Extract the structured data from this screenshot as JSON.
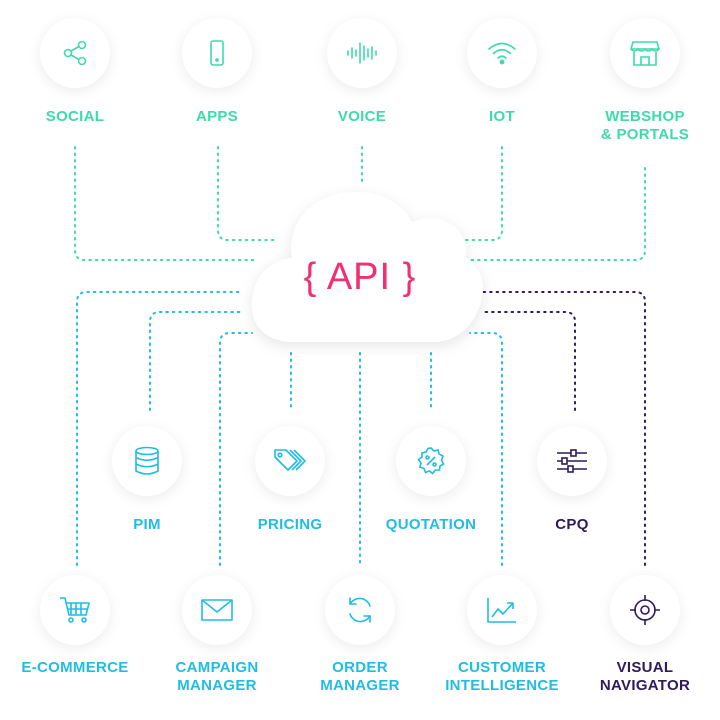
{
  "colors": {
    "green": "#3ddbab",
    "cyan": "#1fbde4",
    "navy": "#2e1a5c",
    "api_red": "#f0306f",
    "connector_green": "#3ddbab",
    "connector_cyan": "#1fbde4",
    "connector_navy": "#2e1a5c"
  },
  "api": {
    "label": "{ API }"
  },
  "top_nodes": [
    {
      "label": "SOCIAL",
      "icon": "share-icon"
    },
    {
      "label": "APPS",
      "icon": "smartphone-icon"
    },
    {
      "label": "VOICE",
      "icon": "soundwave-icon"
    },
    {
      "label": "IOT",
      "icon": "wifi-icon"
    },
    {
      "label": "WEBSHOP\n& PORTALS",
      "icon": "storefront-icon"
    }
  ],
  "middle_nodes": [
    {
      "label": "PIM",
      "icon": "database-icon"
    },
    {
      "label": "PRICING",
      "icon": "price-tags-icon"
    },
    {
      "label": "QUOTATION",
      "icon": "discount-badge-icon"
    },
    {
      "label": "CPQ",
      "icon": "sliders-icon"
    }
  ],
  "bottom_nodes": [
    {
      "label": "E-COMMERCE",
      "icon": "shopping-cart-icon"
    },
    {
      "label": "CAMPAIGN\nMANAGER",
      "icon": "envelope-icon"
    },
    {
      "label": "ORDER\nMANAGER",
      "icon": "refresh-icon"
    },
    {
      "label": "CUSTOMER\nINTELLIGENCE",
      "icon": "trend-chart-icon"
    },
    {
      "label": "VISUAL\nNAVIGATOR",
      "icon": "target-icon"
    }
  ]
}
